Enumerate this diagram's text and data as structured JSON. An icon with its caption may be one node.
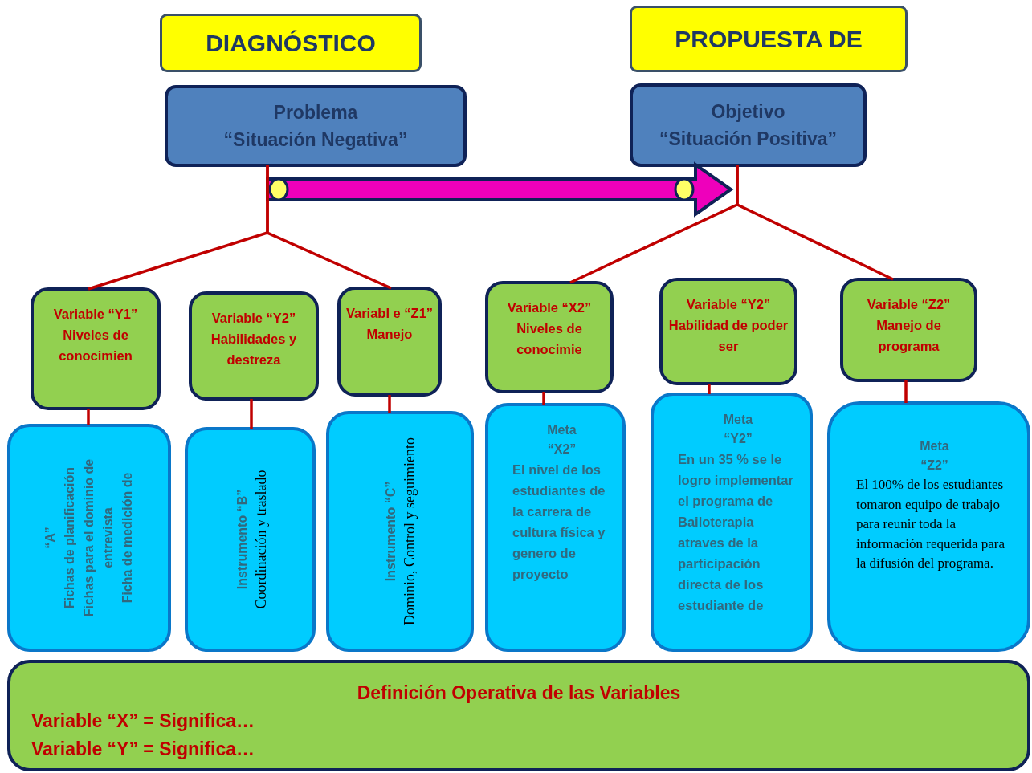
{
  "diagram": {
    "nodes": [
      {
        "text": [
          "DIAGNÓSTICO"
        ]
      },
      {
        "text": [
          "PROPUESTA DE"
        ]
      },
      {
        "text": [
          "Problema",
          "“Situación Negativa”"
        ]
      },
      {
        "text": [
          "Objetivo",
          "“Situación Positiva”"
        ]
      },
      {
        "text": [
          "Variable “Y1” Niveles de conocimien"
        ]
      },
      {
        "text": [
          "Variable “Y2” Habilidades y destreza"
        ]
      },
      {
        "text": [
          "Variabl e “Z1” Manejo"
        ]
      },
      {
        "text": [
          "Variable “X2” Niveles de conocimie"
        ]
      },
      {
        "text": [
          "Variable “Y2” Habilidad de poder ser"
        ]
      },
      {
        "text": [
          "Variable “Z2” Manejo de programa"
        ]
      },
      {
        "text": [
          "“A”",
          "Fichas de planificación",
          "Fichas para el dominio de entrevista",
          "Ficha de medición de"
        ]
      },
      {
        "text": [
          "Instrumento “B”",
          "Coordinación y traslado"
        ]
      },
      {
        "text": [
          "Instrumento “C”",
          "Dominio, Control y seguimiento"
        ]
      },
      {
        "text": [
          "Meta “X2”",
          "El nivel de los estudiantes de la carrera de cultura física y genero de proyecto"
        ]
      },
      {
        "text": [
          "Meta “Y2”",
          "En un 35 % se le logro implementar el programa de Bailoterapia atraves de la participación directa de los estudiante de"
        ]
      },
      {
        "text": [
          "Meta “Z2”",
          "El 100% de los estudiantes tomaron equipo de trabajo para reunir toda la información requerida para la difusión del programa."
        ]
      },
      {
        "text": [
          "Definición Operativa de las Variables",
          "Variable “X” = Significa…",
          "Variable “Y” = Significa…"
        ]
      }
    ],
    "edges": [
      {
        "from": 2,
        "to": 3,
        "arrow": "to",
        "style": "thick",
        "color": "#ee00bb"
      },
      {
        "from": 2,
        "to": 4,
        "arrow": "none"
      },
      {
        "from": 2,
        "to": 6,
        "arrow": "none"
      },
      {
        "from": 3,
        "to": 7,
        "arrow": "none"
      },
      {
        "from": 3,
        "to": 9,
        "arrow": "none"
      },
      {
        "from": 4,
        "to": 10,
        "arrow": "none"
      },
      {
        "from": 5,
        "to": 11,
        "arrow": "none"
      },
      {
        "from": 6,
        "to": 12,
        "arrow": "none"
      },
      {
        "from": 7,
        "to": 13,
        "arrow": "none"
      },
      {
        "from": 8,
        "to": 14,
        "arrow": "none"
      },
      {
        "from": 9,
        "to": 15,
        "arrow": "none"
      }
    ]
  }
}
